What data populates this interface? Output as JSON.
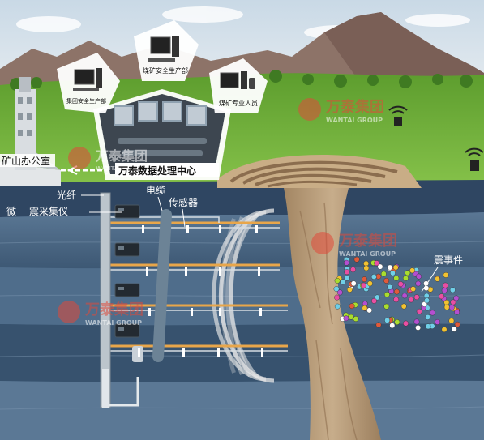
{
  "labels": {
    "mine_office": "矿山办公室",
    "data_center": "万泰数据处理中心",
    "fiber": "光纤",
    "micro": "微",
    "collector": "震采集仪",
    "cable": "电缆",
    "sensor": "传感器",
    "seismic_event": "震事件"
  },
  "terminals": {
    "group": "集团安全生产部",
    "coal_mine": "煤矿安全生产部",
    "staff": "煤矿专业人员"
  },
  "watermark": {
    "cn": "万泰集团",
    "en": "WANTAI GROUP"
  },
  "colors": {
    "sky": "#d7e2ea",
    "mountain": "#8a6f63",
    "grass": "#73b53a",
    "strata": "#4a6683",
    "pipe": "#e8a64a",
    "intrusion": "#b79a77",
    "wave": "#e8e8e8"
  },
  "event_colors": [
    "#e94fa3",
    "#b44fd0",
    "#f1c232",
    "#6fcfe8",
    "#a9dd2f",
    "#e05a3a",
    "#ffffff"
  ]
}
